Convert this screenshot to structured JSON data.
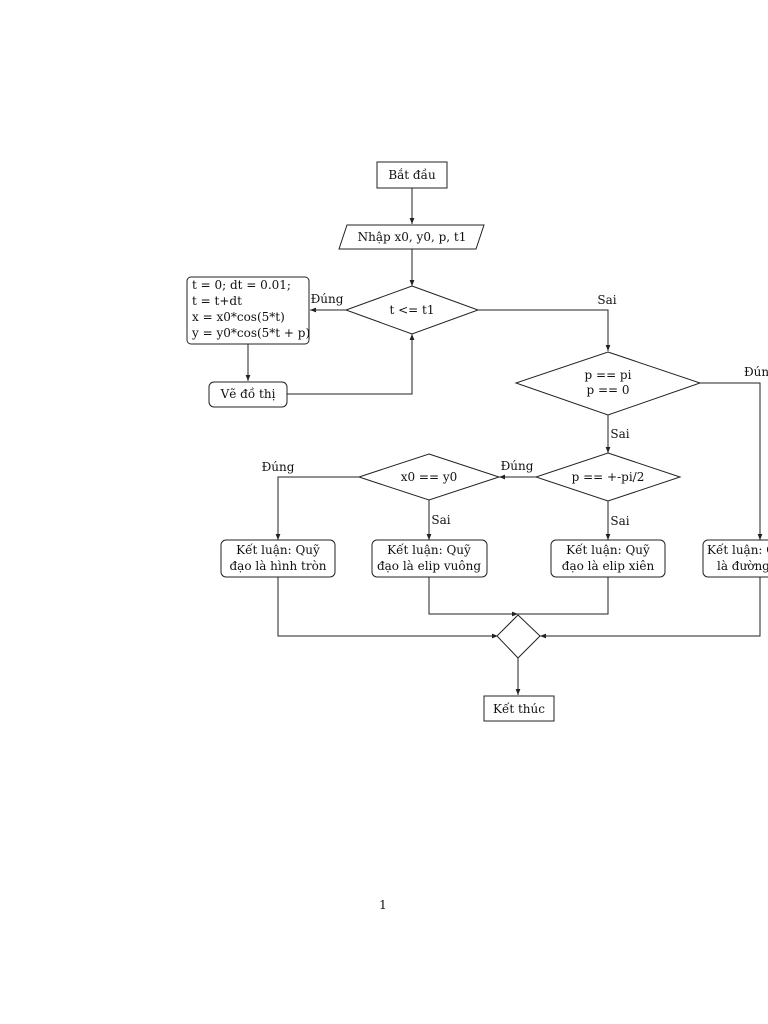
{
  "nodes": {
    "start": "Bắt đầu",
    "input": "Nhập x0, y0, p, t1",
    "init": [
      "t = 0; dt = 0.01;",
      "t = t+dt",
      "x = x0*cos(5*t)",
      "y = y0*cos(5*t + p)"
    ],
    "loop_cond": "t <= t1",
    "plot": "Vẽ đồ thị",
    "cond_pi": [
      "p == pi",
      "p == 0"
    ],
    "cond_half": "p == +-pi/2",
    "cond_xy": "x0 == y0",
    "out_circle": [
      "Kết luận: Quỹ",
      "đạo là hình tròn"
    ],
    "out_square_ellipse": [
      "Kết luận: Quỹ",
      "đạo là elip vuông"
    ],
    "out_oblique_ellipse": [
      "Kết luận: Quỹ",
      "đạo là elip xiên"
    ],
    "out_line": [
      "Kết luận: Q",
      "là đường"
    ],
    "end": "Kết thúc"
  },
  "edge_labels": {
    "loop_true": "Đúng",
    "loop_false": "Sai",
    "pi_true": "Đún",
    "pi_false": "Sai",
    "half_true": "Đúng",
    "half_false": "Sai",
    "xy_true": "Đúng",
    "xy_false": "Sai"
  },
  "page_number": "1"
}
